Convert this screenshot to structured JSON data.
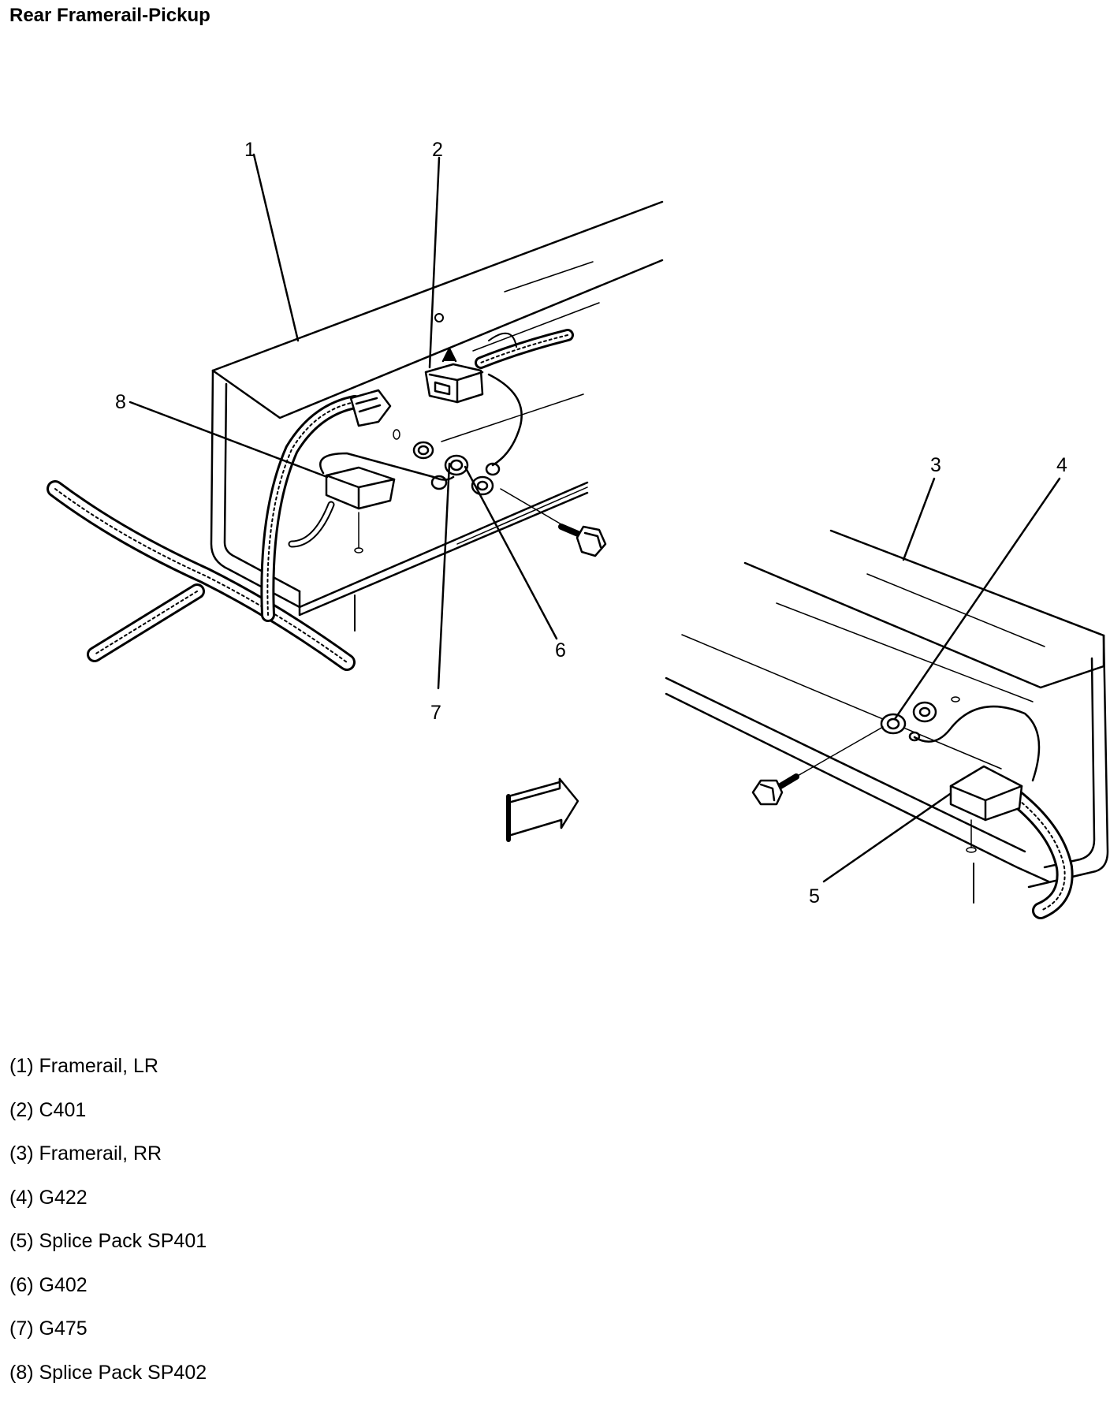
{
  "title": "Rear Framerail-Pickup",
  "callouts": [
    "1",
    "2",
    "3",
    "4",
    "5",
    "6",
    "7",
    "8"
  ],
  "legend": [
    "(1) Framerail, LR",
    "(2) C401",
    "(3) Framerail, RR",
    "(4) G422",
    "(5) Splice Pack SP401",
    "(6) G402",
    "(7) G475",
    "(8) Splice Pack SP402"
  ]
}
